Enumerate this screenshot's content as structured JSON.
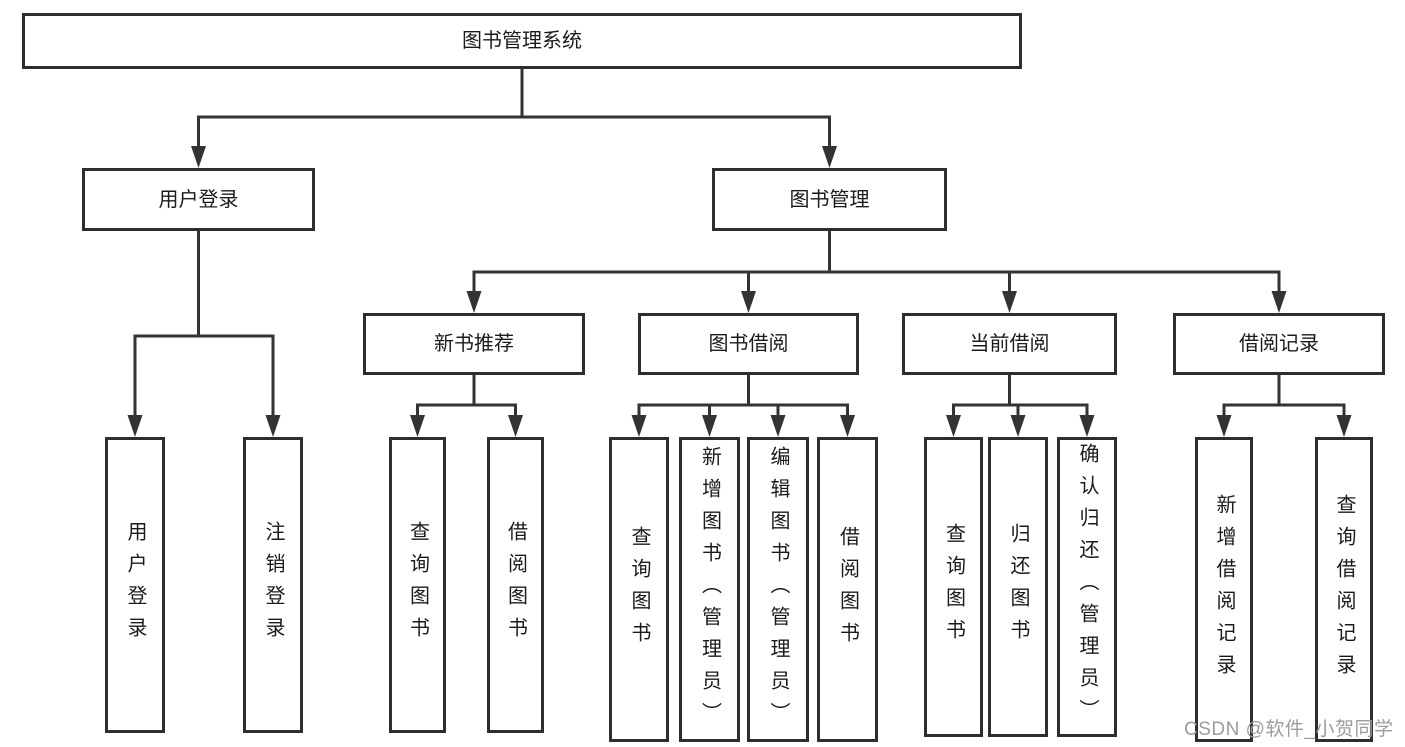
{
  "diagram": {
    "root": {
      "label": "图书管理系统",
      "children": [
        {
          "label": "用户登录",
          "children": [
            {
              "label": "用户登录"
            },
            {
              "label": "注销登录"
            }
          ]
        },
        {
          "label": "图书管理",
          "children": [
            {
              "label": "新书推荐",
              "children": [
                {
                  "label": "查询图书"
                },
                {
                  "label": "借阅图书"
                }
              ]
            },
            {
              "label": "图书借阅",
              "children": [
                {
                  "label": "查询图书"
                },
                {
                  "label": "新增图书（管理员）"
                },
                {
                  "label": "编辑图书（管理员）"
                },
                {
                  "label": "借阅图书"
                }
              ]
            },
            {
              "label": "当前借阅",
              "children": [
                {
                  "label": "查询图书"
                },
                {
                  "label": "归还图书"
                },
                {
                  "label": "确认归还（管理员）"
                }
              ]
            },
            {
              "label": "借阅记录",
              "children": [
                {
                  "label": "新增借阅记录"
                },
                {
                  "label": "查询借阅记录"
                }
              ]
            }
          ]
        }
      ]
    }
  },
  "watermark": {
    "text": "CSDN @软件_小贺同学"
  },
  "colors": {
    "line": "#333333",
    "box_border": "#2e2e2e",
    "text": "#1b1b1b",
    "watermark": "#9c9c9c",
    "background": "#ffffff"
  }
}
